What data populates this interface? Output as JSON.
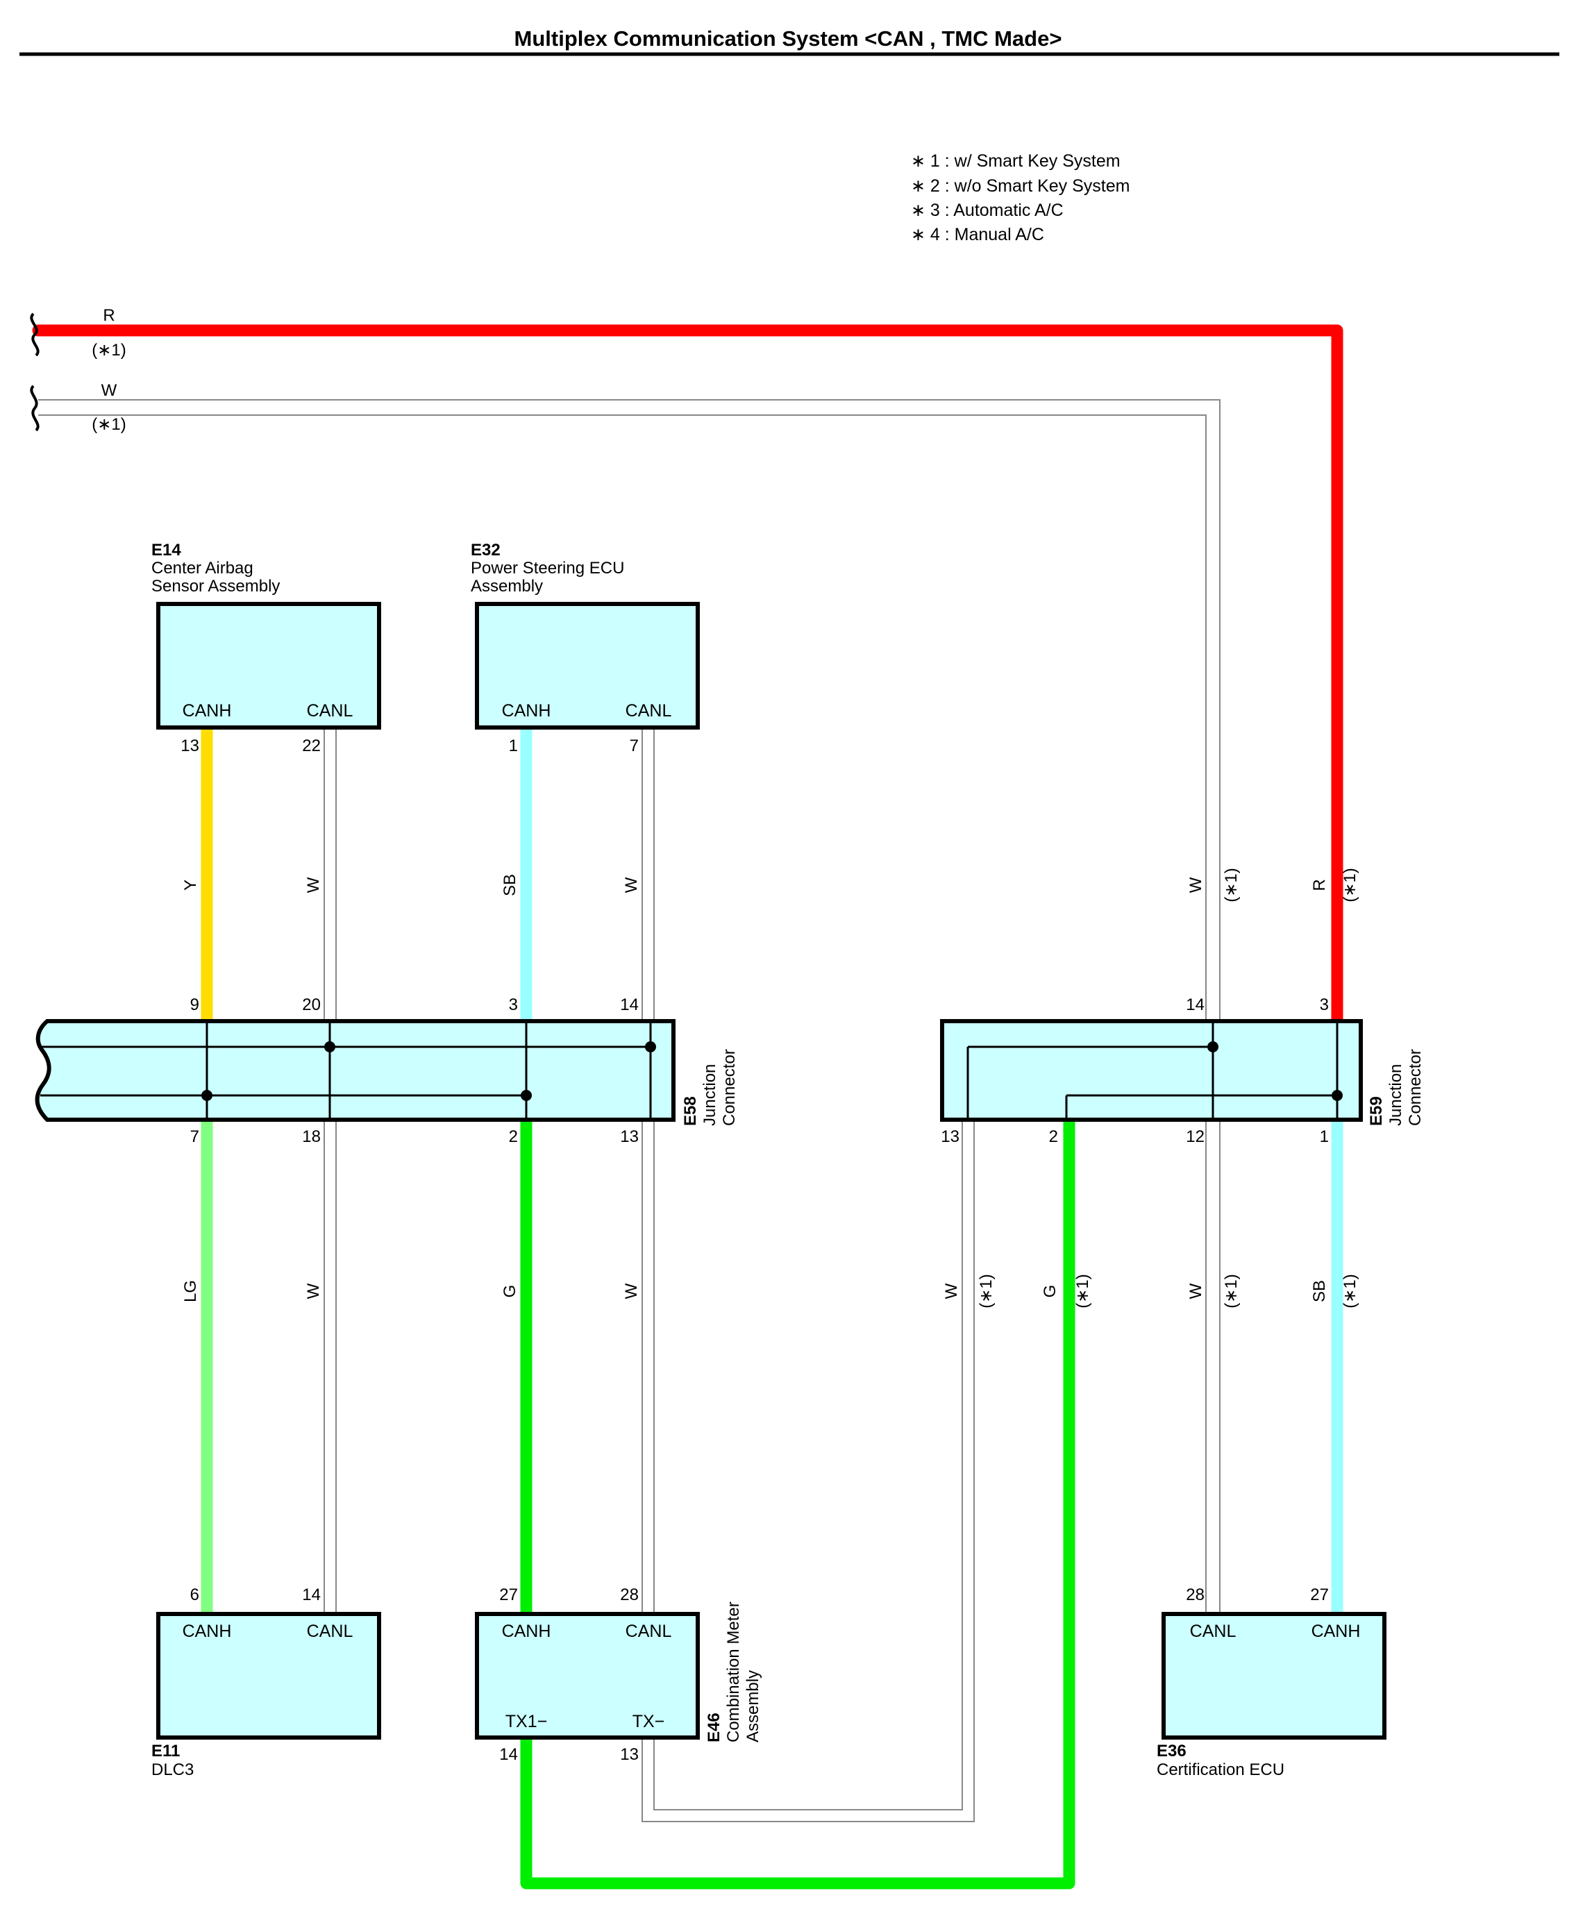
{
  "title": "Multiplex Communication System <CAN , TMC Made>",
  "notes": [
    "∗ 1 : w/ Smart Key System",
    "∗ 2 : w/o Smart Key System",
    "∗ 3 : Automatic A/C",
    "∗ 4 : Manual A/C"
  ],
  "colors": {
    "R": "#ff0000",
    "Y": "#ffdd00",
    "SB": "#99ffff",
    "LG": "#80ff80",
    "G": "#00ee00",
    "W": "#ffffff",
    "connector_fill": "#ccffff"
  },
  "top_wires": {
    "r_label": "R",
    "r_note": "(∗1)",
    "w_label": "W",
    "w_note": "(∗1)"
  },
  "components": {
    "e14": {
      "id": "E14",
      "name_line1": "Center Airbag",
      "name_line2": "Sensor Assembly",
      "canh": "CANH",
      "canl": "CANL",
      "pin_canh": "13",
      "pin_canl": "22"
    },
    "e32": {
      "id": "E32",
      "name_line1": "Power Steering ECU",
      "name_line2": "Assembly",
      "canh": "CANH",
      "canl": "CANL",
      "pin_canh": "1",
      "pin_canl": "7"
    },
    "e11": {
      "id": "E11",
      "name_line1": "DLC3",
      "canh": "CANH",
      "canl": "CANL",
      "pin_canh": "6",
      "pin_canl": "14"
    },
    "e46": {
      "id": "E46",
      "name_line1": "Combination Meter",
      "name_line2": "Assembly",
      "canh": "CANH",
      "canl": "CANL",
      "tx1": "TX1−",
      "tx": "TX−",
      "pin_canh": "27",
      "pin_canl": "28",
      "pin_tx1": "14",
      "pin_tx": "13"
    },
    "e36": {
      "id": "E36",
      "name_line1": "Certification ECU",
      "canl": "CANL",
      "canh": "CANH",
      "pin_canl": "28",
      "pin_canh": "27"
    }
  },
  "connectors": {
    "e58": {
      "id": "E58",
      "name_line1": "Junction",
      "name_line2": "Connector",
      "top_pins": [
        "9",
        "20",
        "3",
        "14"
      ],
      "bottom_pins": [
        "7",
        "18",
        "2",
        "13"
      ]
    },
    "e59": {
      "id": "E59",
      "name_line1": "Junction",
      "name_line2": "Connector",
      "top_pins": [
        "14",
        "3"
      ],
      "bottom_pins": [
        "13",
        "2",
        "12",
        "1"
      ]
    }
  },
  "wire_labels": {
    "e14_canh": "Y",
    "e14_canl": "W",
    "e32_canh": "SB",
    "e32_canl": "W",
    "e11_canh": "LG",
    "e11_canl": "W",
    "e46_canh": "G",
    "e46_canl": "W",
    "e59_w_top": "W",
    "e59_w_top_note": "(∗1)",
    "e59_r_top": "R",
    "e59_r_top_note": "(∗1)",
    "e59_w13": "W",
    "e59_w13_note": "(∗1)",
    "e59_g2": "G",
    "e59_g2_note": "(∗1)",
    "e59_w12": "W",
    "e59_w12_note": "(∗1)",
    "e59_sb1": "SB",
    "e59_sb1_note": "(∗1)"
  }
}
